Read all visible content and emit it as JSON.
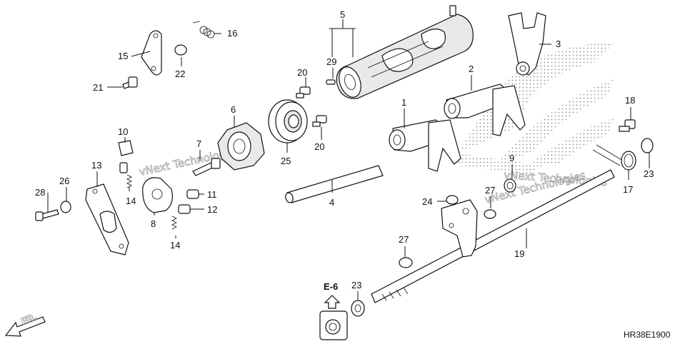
{
  "diagram": {
    "diagram_code": "HR38E1900",
    "reference": "E-6",
    "front_label": "FR.",
    "watermark": "vNext Technologies",
    "callouts": [
      {
        "id": "c1",
        "label": "1"
      },
      {
        "id": "c2",
        "label": "2"
      },
      {
        "id": "c3",
        "label": "3"
      },
      {
        "id": "c4",
        "label": "4"
      },
      {
        "id": "c5",
        "label": "5"
      },
      {
        "id": "c6",
        "label": "6"
      },
      {
        "id": "c7",
        "label": "7"
      },
      {
        "id": "c8",
        "label": "8"
      },
      {
        "id": "c9",
        "label": "9"
      },
      {
        "id": "c10",
        "label": "10"
      },
      {
        "id": "c11",
        "label": "11"
      },
      {
        "id": "c12",
        "label": "12"
      },
      {
        "id": "c13",
        "label": "13"
      },
      {
        "id": "c14a",
        "label": "14"
      },
      {
        "id": "c14b",
        "label": "14"
      },
      {
        "id": "c15",
        "label": "15"
      },
      {
        "id": "c16",
        "label": "16"
      },
      {
        "id": "c17",
        "label": "17"
      },
      {
        "id": "c18",
        "label": "18"
      },
      {
        "id": "c19",
        "label": "19"
      },
      {
        "id": "c20a",
        "label": "20"
      },
      {
        "id": "c20b",
        "label": "20"
      },
      {
        "id": "c21",
        "label": "21"
      },
      {
        "id": "c22",
        "label": "22"
      },
      {
        "id": "c23a",
        "label": "23"
      },
      {
        "id": "c23b",
        "label": "23"
      },
      {
        "id": "c24",
        "label": "24"
      },
      {
        "id": "c25",
        "label": "25"
      },
      {
        "id": "c26",
        "label": "26"
      },
      {
        "id": "c27a",
        "label": "27"
      },
      {
        "id": "c27b",
        "label": "27"
      },
      {
        "id": "c28",
        "label": "28"
      },
      {
        "id": "c29",
        "label": "29"
      }
    ]
  }
}
